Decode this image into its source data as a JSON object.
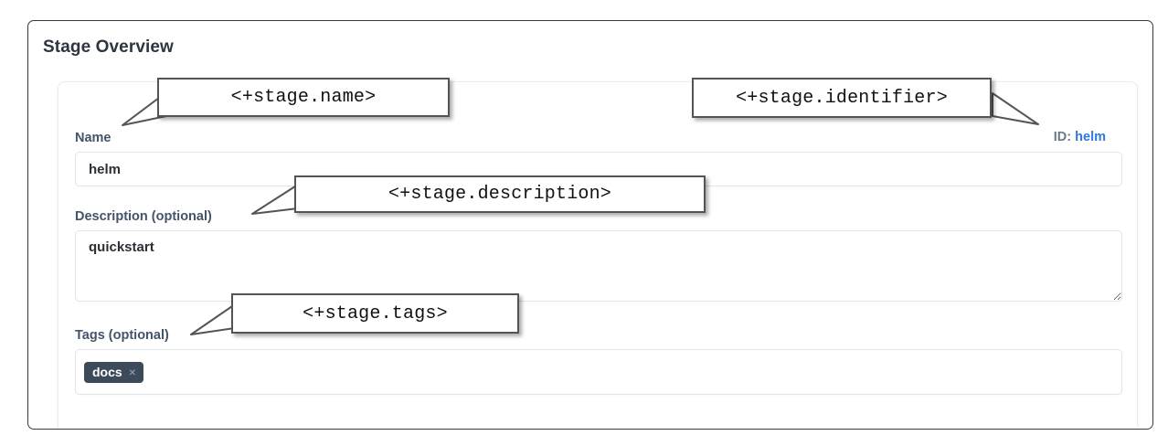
{
  "window": {
    "title": "Stage Overview"
  },
  "form": {
    "name_field": {
      "label": "Name",
      "value": "helm",
      "placeholder": ""
    },
    "identifier": {
      "key": "ID:",
      "value": "helm"
    },
    "description_field": {
      "label": "Description (optional)",
      "value": "quickstart",
      "placeholder": ""
    },
    "tags_field": {
      "label": "Tags (optional)",
      "tags": [
        {
          "label": "docs",
          "remove": "×"
        }
      ]
    }
  },
  "callouts": [
    {
      "id": "stage-name",
      "text": "<+stage.name>"
    },
    {
      "id": "stage-identifier",
      "text": "<+stage.identifier>"
    },
    {
      "id": "stage-description",
      "text": "<+stage.description>"
    },
    {
      "id": "stage-tags",
      "text": "<+stage.tags>"
    }
  ],
  "colors": {
    "label": "#44546a",
    "id_value": "#2a7ae2",
    "tag_chip_bg": "#3c4a5a",
    "frame_border": "#3a3a3a",
    "callout_border": "#545454"
  }
}
